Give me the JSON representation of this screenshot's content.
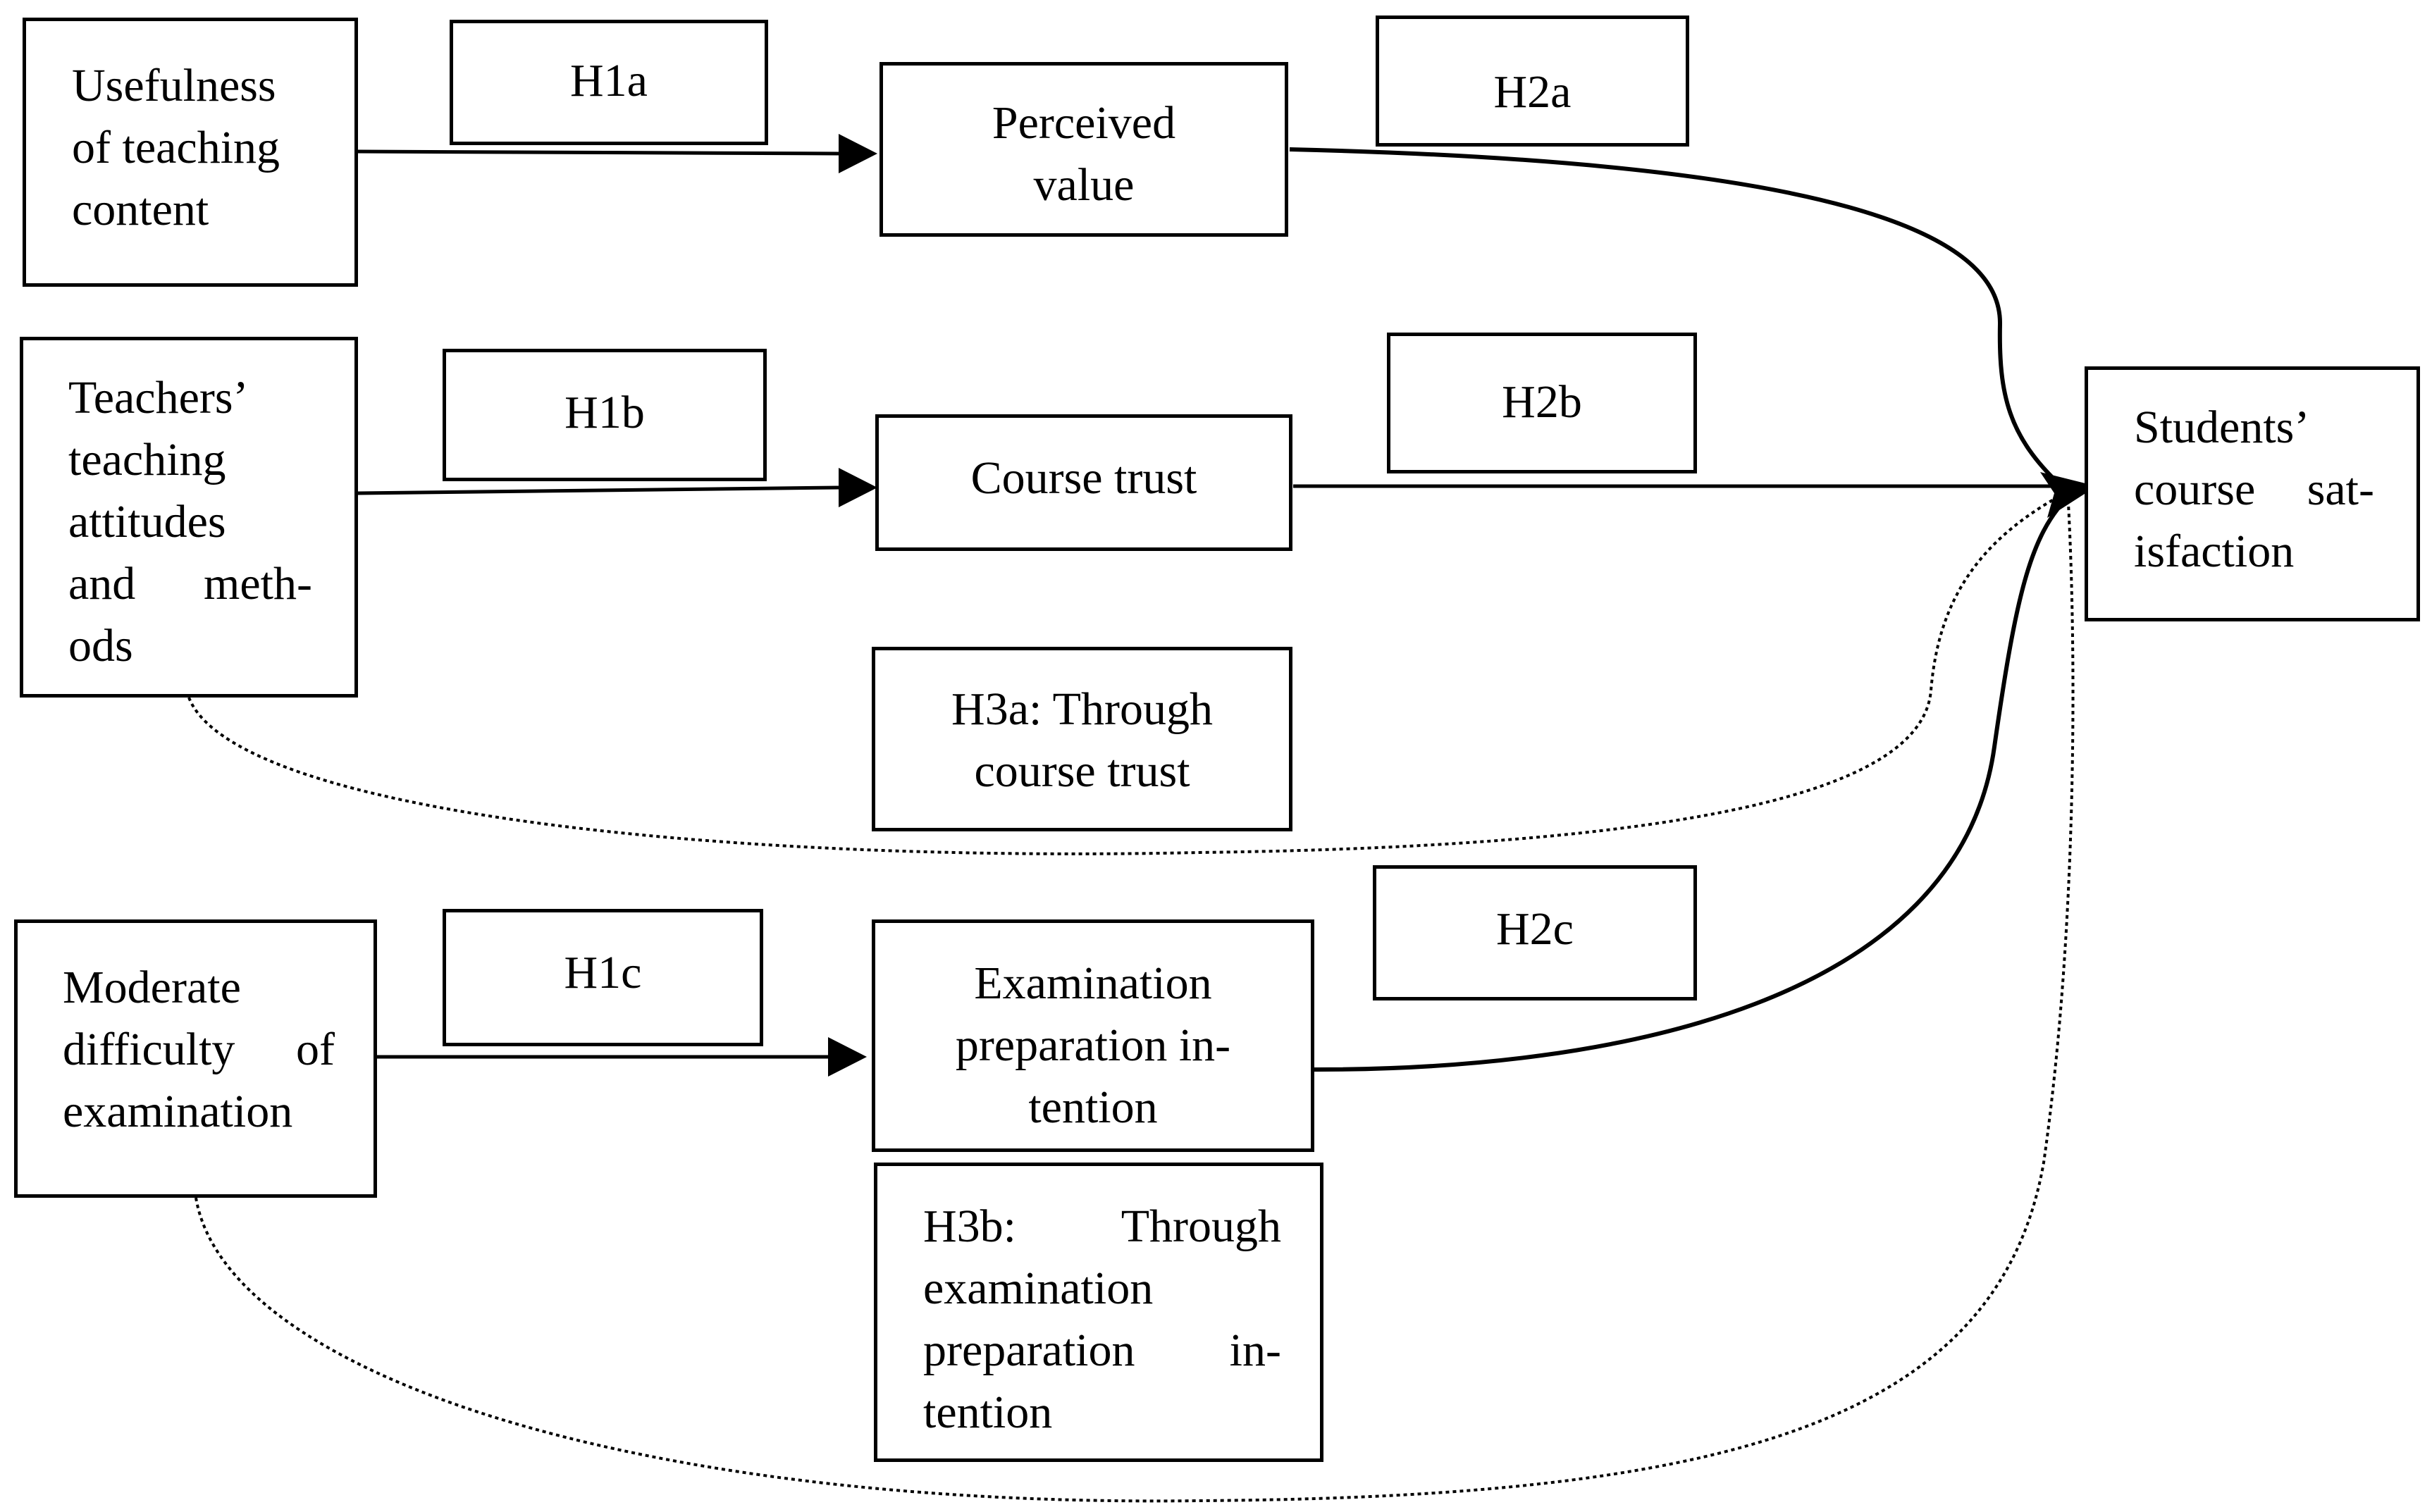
{
  "diagram": {
    "nodes": {
      "usefulness": {
        "lines": [
          "Usefulness",
          "of teaching",
          "content"
        ]
      },
      "attitudes": {
        "lines": [
          "Teachers’",
          "teaching",
          "attitudes",
          "and meth-",
          "ods"
        ]
      },
      "difficulty": {
        "lines": [
          "Moderate",
          "difficulty of",
          "examination"
        ]
      },
      "perceived_value": {
        "lines": [
          "Perceived",
          "value"
        ]
      },
      "course_trust": {
        "lines": [
          "Course trust"
        ]
      },
      "exam_intention": {
        "lines": [
          "Examination",
          "preparation in-",
          "tention"
        ]
      },
      "satisfaction": {
        "lines": [
          "Students’",
          "course sat-",
          "isfaction"
        ]
      }
    },
    "hypotheses": {
      "h1a": "H1a",
      "h1b": "H1b",
      "h1c": "H1c",
      "h2a": "H2a",
      "h2b": "H2b",
      "h2c": "H2c",
      "h3a": {
        "lines": [
          "H3a: Through",
          "course trust"
        ]
      },
      "h3b": {
        "lines": [
          "H3b: Through",
          "examination",
          "preparation in-",
          "tention"
        ]
      }
    }
  }
}
